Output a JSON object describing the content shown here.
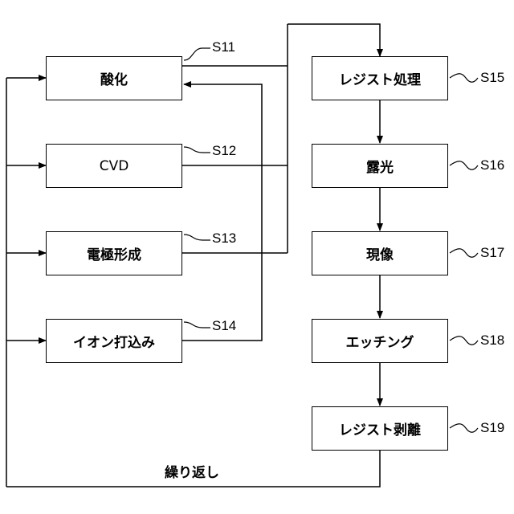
{
  "left_steps": [
    {
      "label": "酸化",
      "id": "S11"
    },
    {
      "label": "CVD",
      "id": "S12"
    },
    {
      "label": "電極形成",
      "id": "S13"
    },
    {
      "label": "イオン打込み",
      "id": "S14"
    }
  ],
  "right_steps": [
    {
      "label": "レジスト処理",
      "id": "S15"
    },
    {
      "label": "露光",
      "id": "S16"
    },
    {
      "label": "現像",
      "id": "S17"
    },
    {
      "label": "エッチング",
      "id": "S18"
    },
    {
      "label": "レジスト剥離",
      "id": "S19"
    }
  ],
  "loop_label": "繰り返し"
}
